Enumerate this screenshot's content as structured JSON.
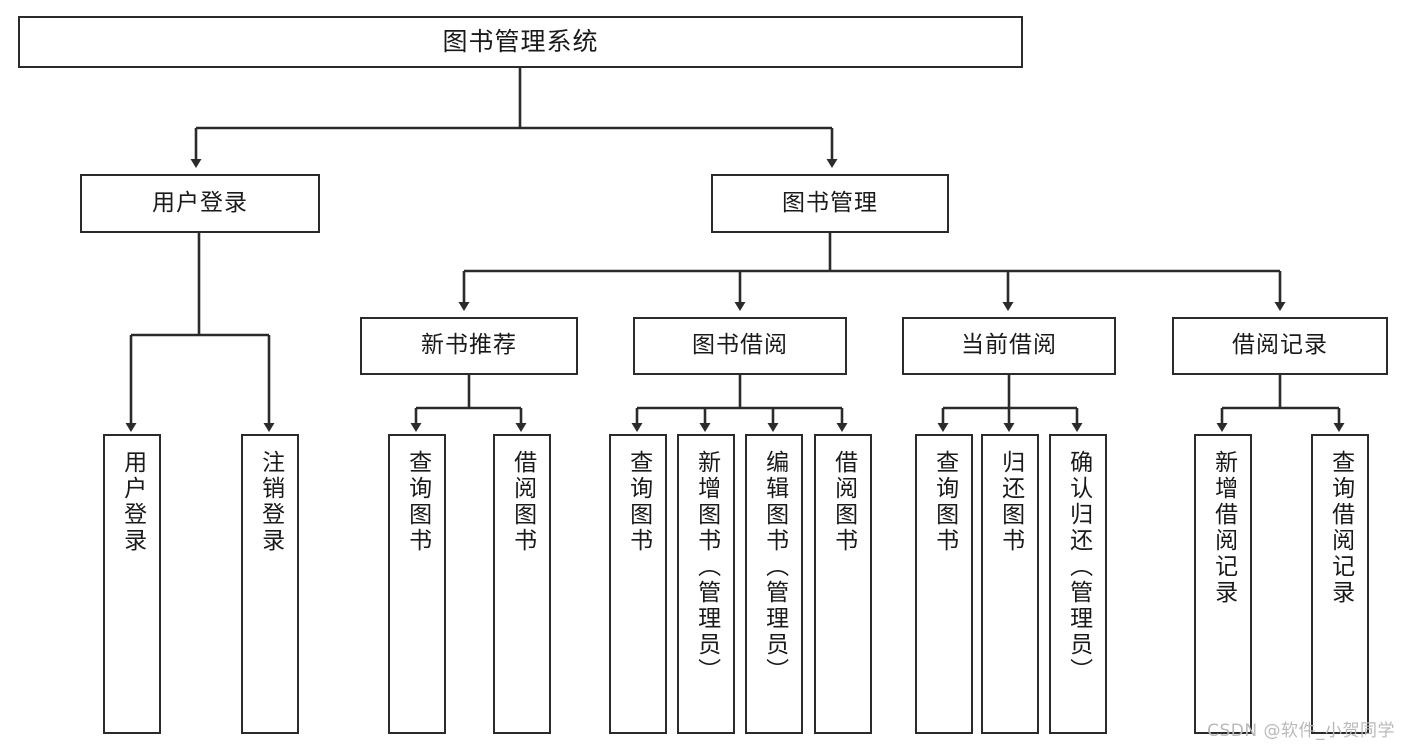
{
  "diagram": {
    "type": "tree-hierarchy-chart",
    "title": "图书管理系统",
    "watermark": "CSDN @软件_小贺同学",
    "style": {
      "box_border_color": "#2b2b2b",
      "box_fill": "#ffffff",
      "connector_color": "#2b2b2b",
      "text_color": "#1a1a1a",
      "watermark_color": "#b9b9b9"
    },
    "levels": {
      "level1": [
        {
          "id": "root",
          "label": "图书管理系统"
        }
      ],
      "level2": [
        {
          "id": "user-login",
          "label": "用户登录",
          "parent": "root"
        },
        {
          "id": "book-manage",
          "label": "图书管理",
          "parent": "root"
        }
      ],
      "level3": [
        {
          "id": "new-book-rec",
          "label": "新书推荐",
          "parent": "book-manage"
        },
        {
          "id": "book-borrow",
          "label": "图书借阅",
          "parent": "book-manage"
        },
        {
          "id": "current-borrow",
          "label": "当前借阅",
          "parent": "book-manage"
        },
        {
          "id": "borrow-record",
          "label": "借阅记录",
          "parent": "book-manage"
        }
      ],
      "leaves": [
        {
          "id": "leaf-user-login",
          "label": "用户登录",
          "parent": "user-login"
        },
        {
          "id": "leaf-logout",
          "label": "注销登录",
          "parent": "user-login"
        },
        {
          "id": "leaf-query-book-1",
          "label": "查询图书",
          "parent": "new-book-rec"
        },
        {
          "id": "leaf-borrow-book-1",
          "label": "借阅图书",
          "parent": "new-book-rec"
        },
        {
          "id": "leaf-query-book-2",
          "label": "查询图书",
          "parent": "book-borrow"
        },
        {
          "id": "leaf-add-book",
          "label": "新增图书（管理员）",
          "parent": "book-borrow"
        },
        {
          "id": "leaf-edit-book",
          "label": "编辑图书（管理员）",
          "parent": "book-borrow"
        },
        {
          "id": "leaf-borrow-book-2",
          "label": "借阅图书",
          "parent": "book-borrow"
        },
        {
          "id": "leaf-query-book-3",
          "label": "查询图书",
          "parent": "current-borrow"
        },
        {
          "id": "leaf-return-book",
          "label": "归还图书",
          "parent": "current-borrow"
        },
        {
          "id": "leaf-confirm-return",
          "label": "确认归还（管理员）",
          "parent": "current-borrow"
        },
        {
          "id": "leaf-add-record",
          "label": "新增借阅记录",
          "parent": "borrow-record"
        },
        {
          "id": "leaf-query-record",
          "label": "查询借阅记录",
          "parent": "borrow-record"
        }
      ]
    }
  }
}
